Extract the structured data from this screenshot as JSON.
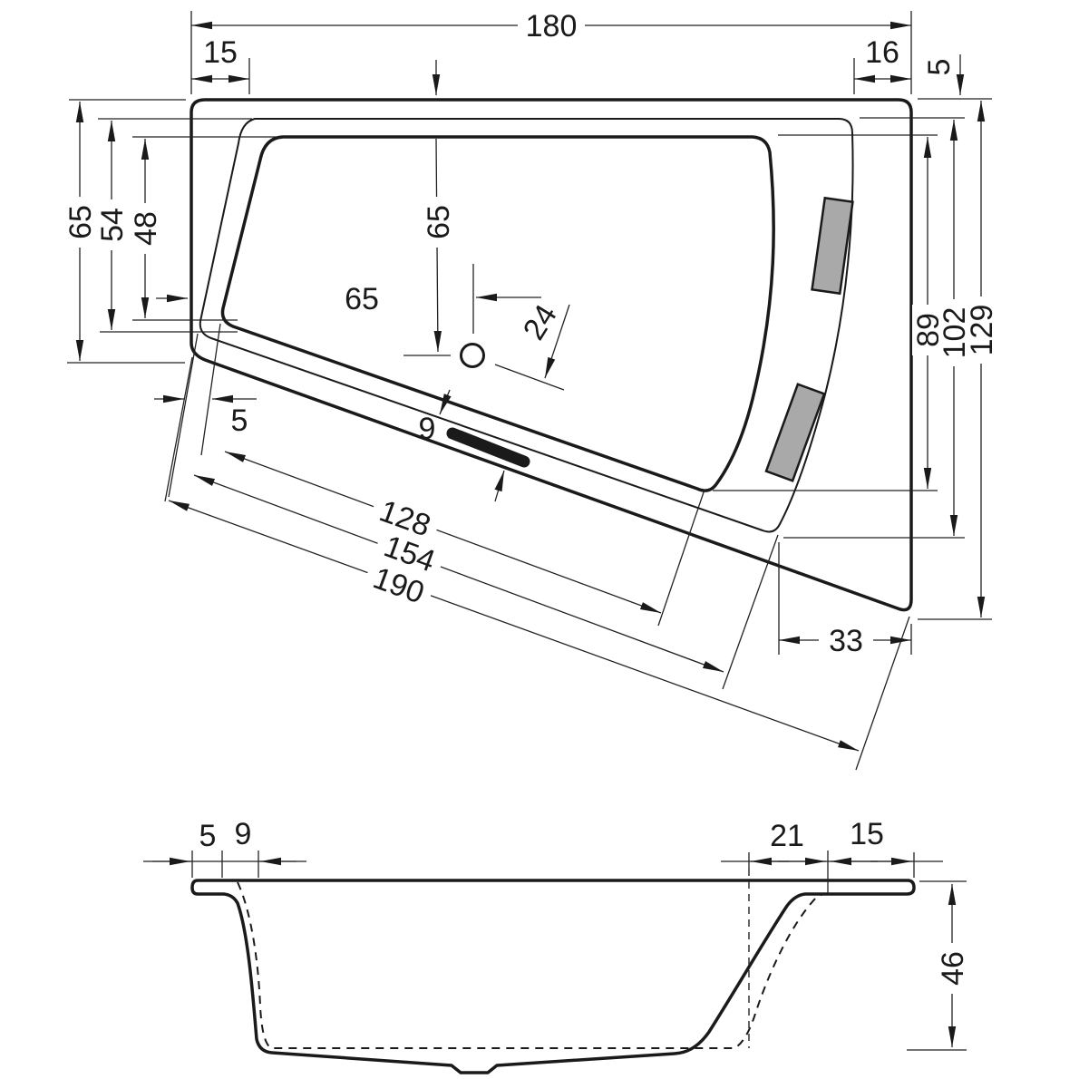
{
  "title": "Asymmetric bathtub technical drawing – plan and section views",
  "views": {
    "plan": {
      "name": "plan-view",
      "dims": {
        "overall_width": "180",
        "offset_top_left": "15",
        "offset_top_right": "16",
        "rim_top_right": "5",
        "height_left_outer": "65",
        "height_left_mid": "54",
        "height_left_inner": "48",
        "drain_from_top_edge": "65",
        "drain_from_left_edge": "65",
        "drain_to_overflow": "24",
        "apron_band_width": "9",
        "rim_bottom_left": "5",
        "diagonal_inner": "128",
        "diagonal_mid": "154",
        "diagonal_outer": "190",
        "offset_bottom_right": "33",
        "height_right_inner": "89",
        "height_right_mid": "102",
        "height_right_outer": "129"
      }
    },
    "section": {
      "name": "section-view",
      "dims": {
        "rim_left": "5",
        "wall_left": "9",
        "slope_right": "21",
        "rim_right": "15",
        "depth": "46"
      }
    }
  },
  "colors": {
    "line": "#1a1a1a",
    "headrest_fill": "#a9a9a9",
    "background": "#ffffff"
  }
}
